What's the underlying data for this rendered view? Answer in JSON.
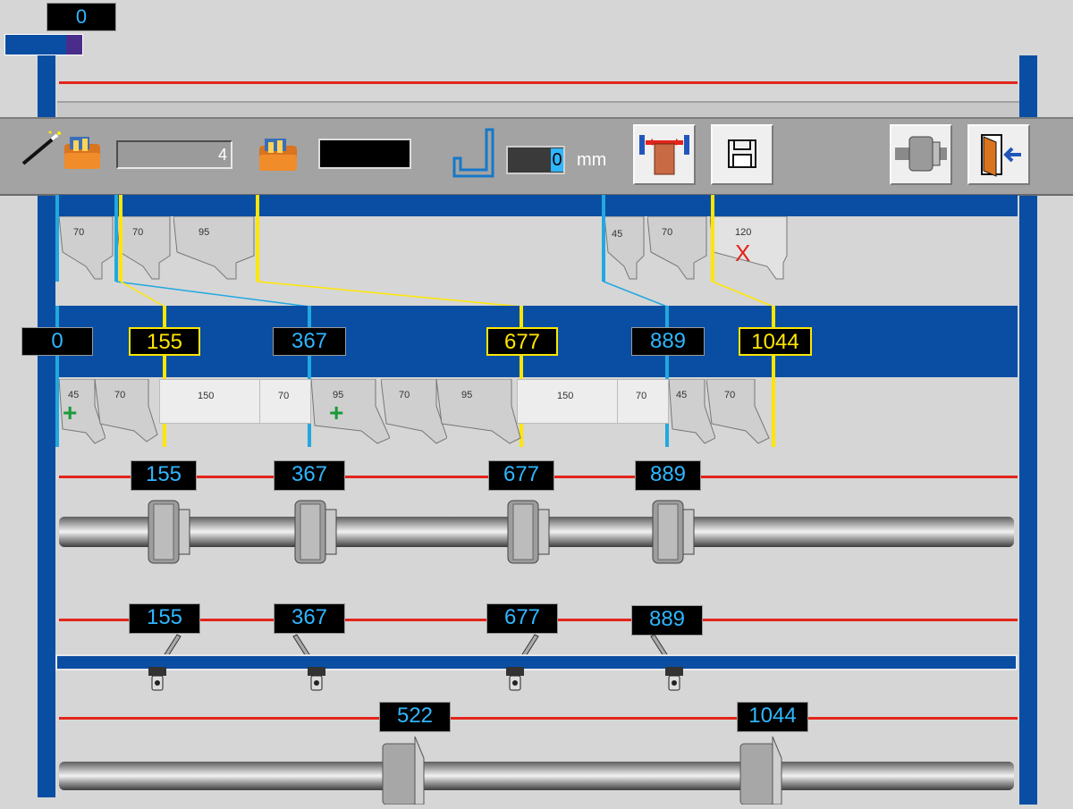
{
  "top_counter": "0",
  "toolbar": {
    "wand_icon": "magic-wand-icon",
    "folder_icon": "tool-folder-icon",
    "program_value": "4",
    "folder2_icon": "tool-folder-icon",
    "name_value": "",
    "bend_icon": "bend-profile-icon",
    "thickness_value": "0",
    "unit": "mm"
  },
  "colors": {
    "background": "#d6d6d6",
    "toolbar": "#a3a3a3",
    "frame_blue": "#0a4ea3",
    "red_line": "#e3241b",
    "lcd_text": "#2fb6ff",
    "yellow": "#ffe600",
    "cyan": "#22a8e0",
    "cross_red": "#e3241b",
    "plus_green": "#1a9a3a"
  },
  "upper_tools": [
    "70",
    "70",
    "95",
    "45",
    "70",
    "120"
  ],
  "upper_tool_cross": "X",
  "position_readouts": [
    "0",
    "155",
    "367",
    "677",
    "889",
    "1044"
  ],
  "lower_tools": [
    "45",
    "70",
    "150",
    "70",
    "95",
    "70",
    "95",
    "150",
    "70",
    "45",
    "70"
  ],
  "lower_plus": "+",
  "roller_readouts": [
    "155",
    "367",
    "677",
    "889"
  ],
  "gauge_readouts": [
    "155",
    "367",
    "677",
    "889"
  ],
  "bottom_readouts": [
    "522",
    "1044"
  ]
}
